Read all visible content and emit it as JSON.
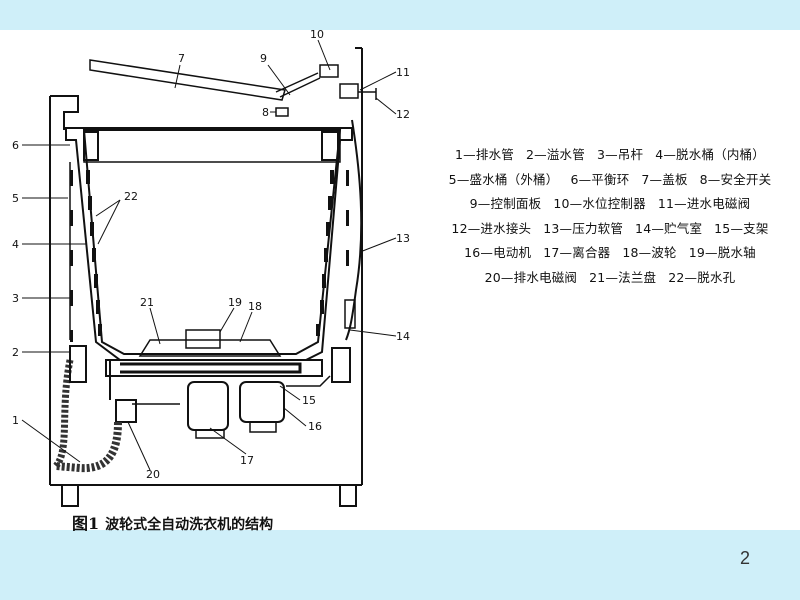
{
  "diagram": {
    "labels": [
      "1",
      "2",
      "3",
      "4",
      "5",
      "6",
      "7",
      "8",
      "9",
      "10",
      "11",
      "12",
      "13",
      "14",
      "15",
      "16",
      "17",
      "18",
      "19",
      "20",
      "21",
      "22"
    ]
  },
  "caption": {
    "figure": "图1",
    "title": "波轮式全自动洗衣机的结构"
  },
  "legend": {
    "lines": [
      [
        "1—排水管",
        "2—溢水管",
        "3—吊杆",
        "4—脱水桶（内桶）"
      ],
      [
        "5—盛水桶（外桶）",
        "6—平衡环",
        "7—盖板",
        "8—安全开关"
      ],
      [
        "9—控制面板",
        "10—水位控制器",
        "11—进水电磁阀"
      ],
      [
        "12—进水接头",
        "13—压力软管",
        "14—贮气室",
        "15—支架"
      ],
      [
        "16—电动机",
        "17—离合器",
        "18—波轮",
        "19—脱水轴"
      ],
      [
        "20—排水电磁阀",
        "21—法兰盘",
        "22—脱水孔"
      ]
    ]
  },
  "page_number": "2",
  "colors": {
    "background": "#cfeff9",
    "content": "#ffffff",
    "ink": "#111111"
  }
}
